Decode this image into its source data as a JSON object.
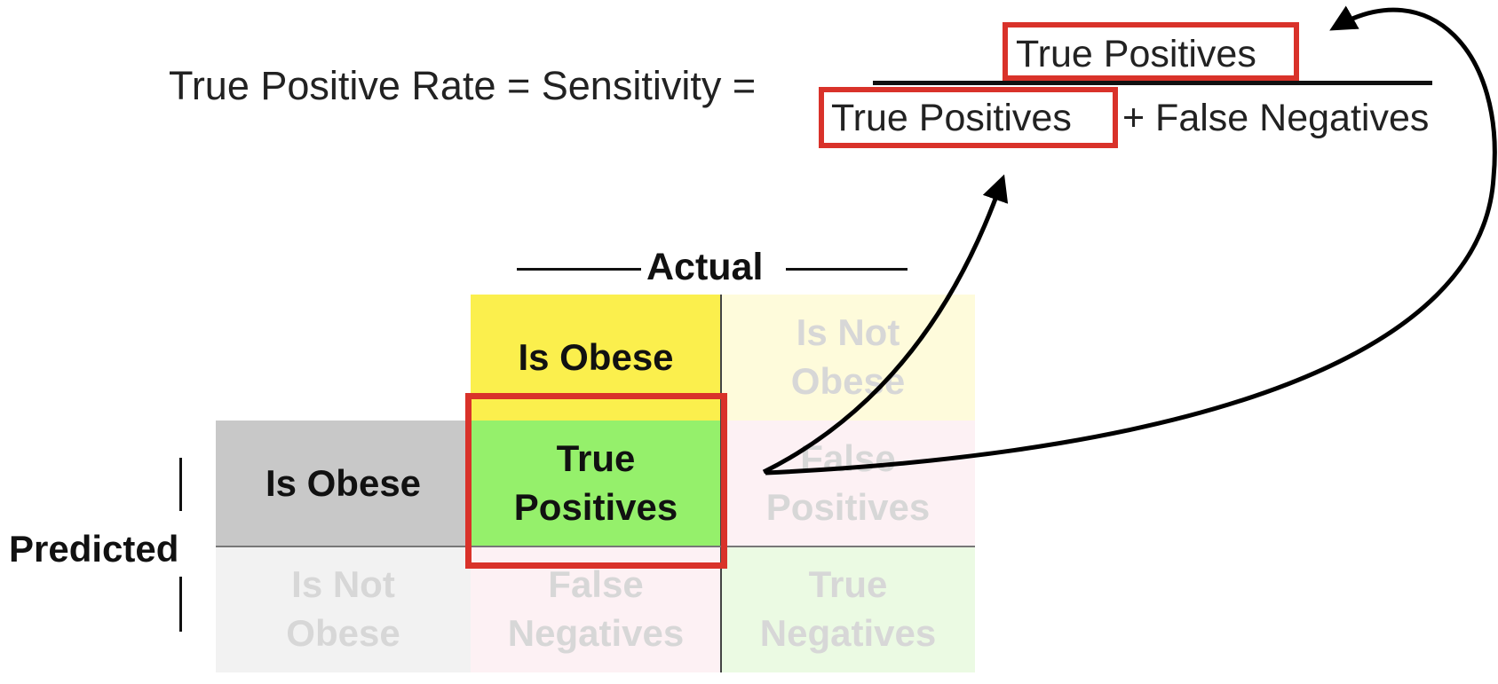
{
  "formula": {
    "lhs": "True Positive Rate = Sensitivity =",
    "numerator": "True Positives",
    "denominator_tp": "True Positives",
    "denominator_rest": "+ False Negatives"
  },
  "matrix": {
    "actual_label": "Actual",
    "predicted_label": "Predicted",
    "col_headers": [
      {
        "lines": [
          "Is Obese"
        ],
        "color": "#fbef4d",
        "text_color": "#111111"
      },
      {
        "lines": [
          "Is Not",
          "Obese"
        ],
        "color": "#fefbdb",
        "text_color": "#d7d7d7"
      }
    ],
    "row_headers": [
      {
        "lines": [
          "Is Obese"
        ],
        "color": "#c8c8c8",
        "text_color": "#111111"
      },
      {
        "lines": [
          "Is Not",
          "Obese"
        ],
        "color": "#f2f2f2",
        "text_color": "#d7d7d7"
      }
    ],
    "cells": [
      {
        "lines": [
          "True",
          "Positives"
        ],
        "color": "#95f06b",
        "text_color": "#111111"
      },
      {
        "lines": [
          "False",
          "Positives"
        ],
        "color": "#fdf1f4",
        "text_color": "#d7d7d7"
      },
      {
        "lines": [
          "False",
          "Negatives"
        ],
        "color": "#fdf1f4",
        "text_color": "#d7d7d7"
      },
      {
        "lines": [
          "True",
          "Negatives"
        ],
        "color": "#ebfae3",
        "text_color": "#d7d7d7"
      }
    ]
  },
  "colors": {
    "highlight": "#d9322a",
    "arrow": "#000000"
  }
}
